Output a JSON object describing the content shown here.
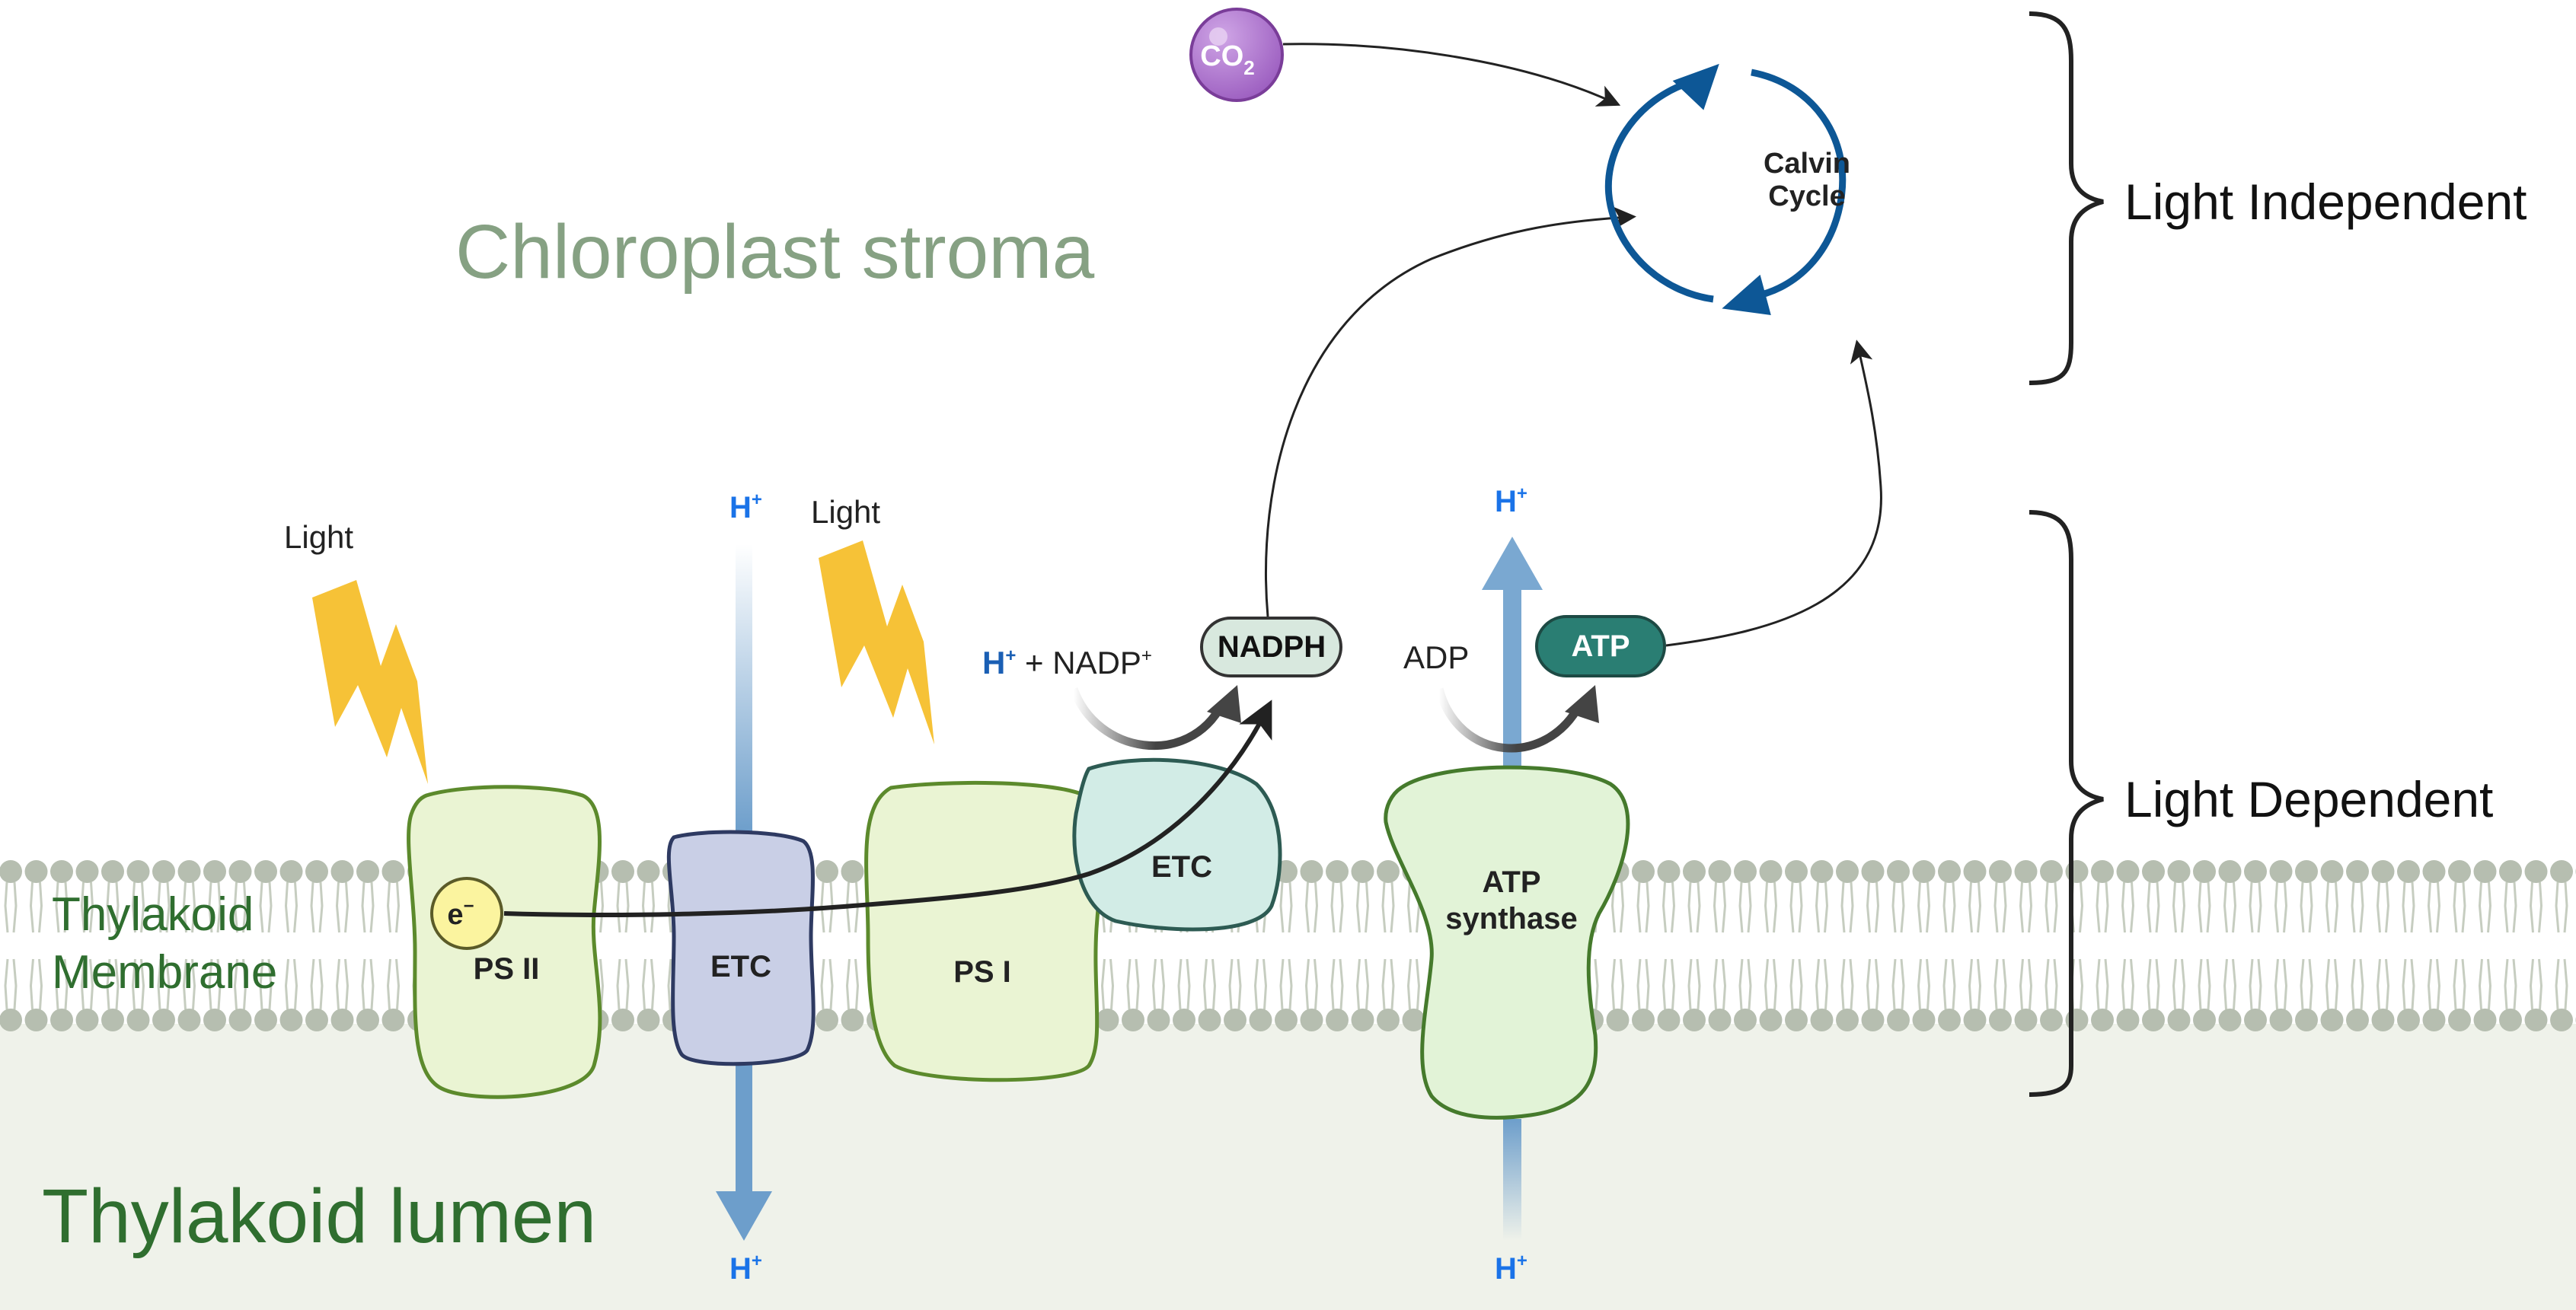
{
  "regions": {
    "stroma": "Chloroplast stroma",
    "membrane_line1": "Thylakoid",
    "membrane_line2": "Membrane",
    "lumen": "Thylakoid lumen"
  },
  "brackets": {
    "independent": "Light Independent",
    "dependent": "Light Dependent"
  },
  "light": {
    "label1": "Light",
    "label2": "Light"
  },
  "proteins": {
    "ps2": "PS II",
    "etc1": "ETC",
    "ps1": "PS I",
    "etc2": "ETC",
    "atp_synthase_line1": "ATP",
    "atp_synthase_line2": "synthase"
  },
  "molecules": {
    "electron": "e",
    "electron_sup": "−",
    "co2": "CO",
    "co2_sub": "2",
    "nadph": "NADPH",
    "atp": "ATP",
    "adp": "ADP",
    "h": "H",
    "h_sup": "+",
    "nadp_plus": " + NADP",
    "nadp_sup": "+"
  },
  "calvin": {
    "line1": "Calvin",
    "line2": "Cycle"
  },
  "colors": {
    "stroma_text": "#86a183",
    "lumen_text": "#2f6e2f",
    "lumen_bg": "#eff2ea",
    "lipid_head": "#b6beb0",
    "proton_blue": "#1a73e8",
    "h_arrow_blue": "#79a7cf",
    "calvin_blue": "#0d5796",
    "atp_teal": "#2a7e73",
    "co2_purple": "#9c5ec0",
    "light_yellow": "#f6c237"
  }
}
